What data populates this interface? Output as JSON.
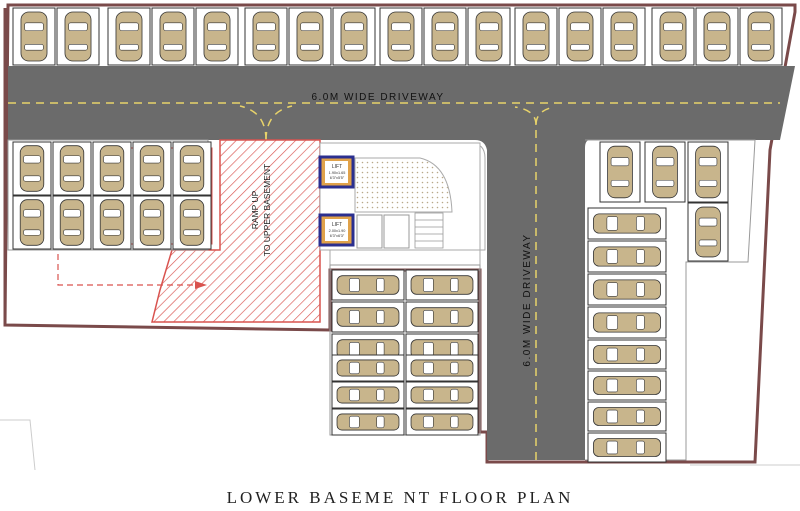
{
  "plan_title": "LOWER BASEME NT FLOOR PLAN",
  "labels": {
    "driveway_main": "6.0M WIDE DRIVEWAY",
    "driveway_vertical": "6.0M WIDE DRIVEWAY",
    "ramp_line1": "RAMP UP",
    "ramp_line2": "TO UPPER BASEMENT",
    "lift1_title": "LIFT",
    "lift1_dim_a": "1.90x1.65",
    "lift1_dim_b": "6'3\"x5'5\"",
    "lift2_title": "LIFT",
    "lift2_dim_a": "2.00x1.90",
    "lift2_dim_b": "6'3\"x6'3\""
  },
  "colors": {
    "driveway": "#6b6b6b",
    "driveway_line": "#e8d36a",
    "outline": "#7a4a4a",
    "ramp": "#d9534f",
    "lift_frame": "#2b2f8f",
    "lift_fill": "#e0a24a",
    "car_fill": "#c8b58c",
    "core_fill": "#e8dfc8"
  },
  "icons": {
    "car": "car-top-view-icon",
    "ramp_arrow": "arrow-right-icon",
    "stair": "staircase-icon"
  }
}
